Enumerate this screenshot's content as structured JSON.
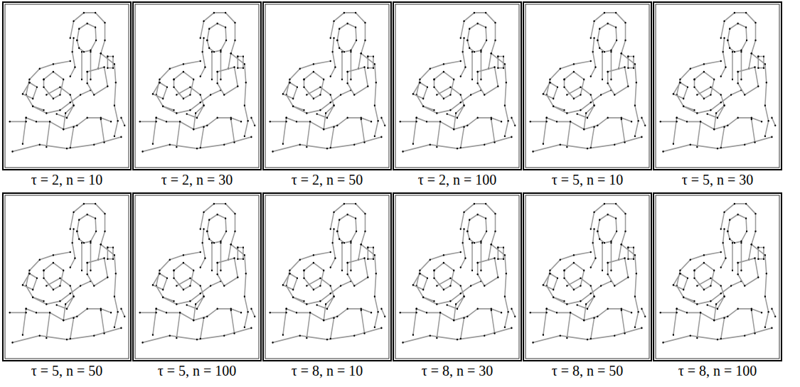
{
  "diagram": {
    "labels": [
      "τ = 2, n = 10",
      "τ = 2, n = 30",
      "τ = 2, n = 50",
      "τ = 2, n = 100",
      "τ = 5, n = 10",
      "τ = 5, n = 30",
      "τ = 5, n = 50",
      "τ = 5, n = 100",
      "τ = 8, n = 10",
      "τ = 8, n = 30",
      "τ = 8, n = 50",
      "τ = 8, n = 100"
    ]
  }
}
